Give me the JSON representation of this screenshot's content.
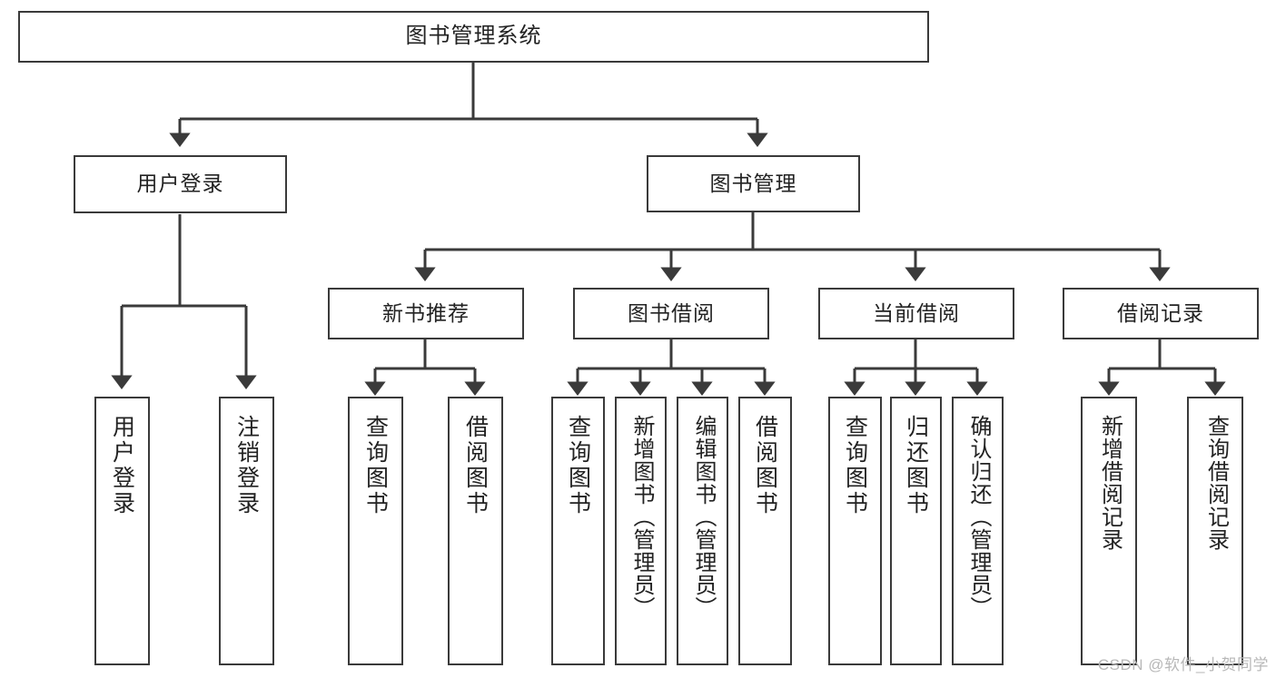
{
  "diagram": {
    "type": "tree-hierarchy-flowchart",
    "title": "图书管理系统",
    "stroke_color": "#3a3a3a",
    "background_color": "#ffffff",
    "text_color": "#222222",
    "levels": 4,
    "nodes": {
      "root": {
        "label": "图书管理系统",
        "orientation": "horizontal"
      },
      "l2": [
        {
          "id": "user-login",
          "label": "用户登录",
          "orientation": "horizontal"
        },
        {
          "id": "book-manage",
          "label": "图书管理",
          "orientation": "horizontal"
        }
      ],
      "l3": [
        {
          "id": "new-book-recommend",
          "label": "新书推荐",
          "orientation": "horizontal"
        },
        {
          "id": "book-borrow",
          "label": "图书借阅",
          "orientation": "horizontal"
        },
        {
          "id": "current-borrow",
          "label": "当前借阅",
          "orientation": "horizontal"
        },
        {
          "id": "borrow-record",
          "label": "借阅记录",
          "orientation": "horizontal"
        }
      ],
      "leaves": [
        {
          "id": "leaf-user-login",
          "label": "用户登录",
          "parent": "user-login",
          "orientation": "vertical"
        },
        {
          "id": "leaf-logout",
          "label": "注销登录",
          "parent": "user-login",
          "orientation": "vertical"
        },
        {
          "id": "leaf-query-book-1",
          "label": "查询图书",
          "parent": "new-book-recommend",
          "orientation": "vertical"
        },
        {
          "id": "leaf-borrow-book-1",
          "label": "借阅图书",
          "parent": "new-book-recommend",
          "orientation": "vertical"
        },
        {
          "id": "leaf-query-book-2",
          "label": "查询图书",
          "parent": "book-borrow",
          "orientation": "vertical"
        },
        {
          "id": "leaf-add-book",
          "label": "新增图书（管理员）",
          "parent": "book-borrow",
          "orientation": "vertical"
        },
        {
          "id": "leaf-edit-book",
          "label": "编辑图书（管理员）",
          "parent": "book-borrow",
          "orientation": "vertical"
        },
        {
          "id": "leaf-borrow-book-2",
          "label": "借阅图书",
          "parent": "book-borrow",
          "orientation": "vertical"
        },
        {
          "id": "leaf-query-book-3",
          "label": "查询图书",
          "parent": "current-borrow",
          "orientation": "vertical"
        },
        {
          "id": "leaf-return-book",
          "label": "归还图书",
          "parent": "current-borrow",
          "orientation": "vertical"
        },
        {
          "id": "leaf-confirm-return",
          "label": "确认归还（管理员）",
          "parent": "current-borrow",
          "orientation": "vertical"
        },
        {
          "id": "leaf-add-record",
          "label": "新增借阅记录",
          "parent": "borrow-record",
          "orientation": "vertical"
        },
        {
          "id": "leaf-query-record",
          "label": "查询借阅记录",
          "parent": "borrow-record",
          "orientation": "vertical"
        }
      ]
    }
  },
  "watermark": {
    "text": "CSDN @软件_小贺同学"
  }
}
